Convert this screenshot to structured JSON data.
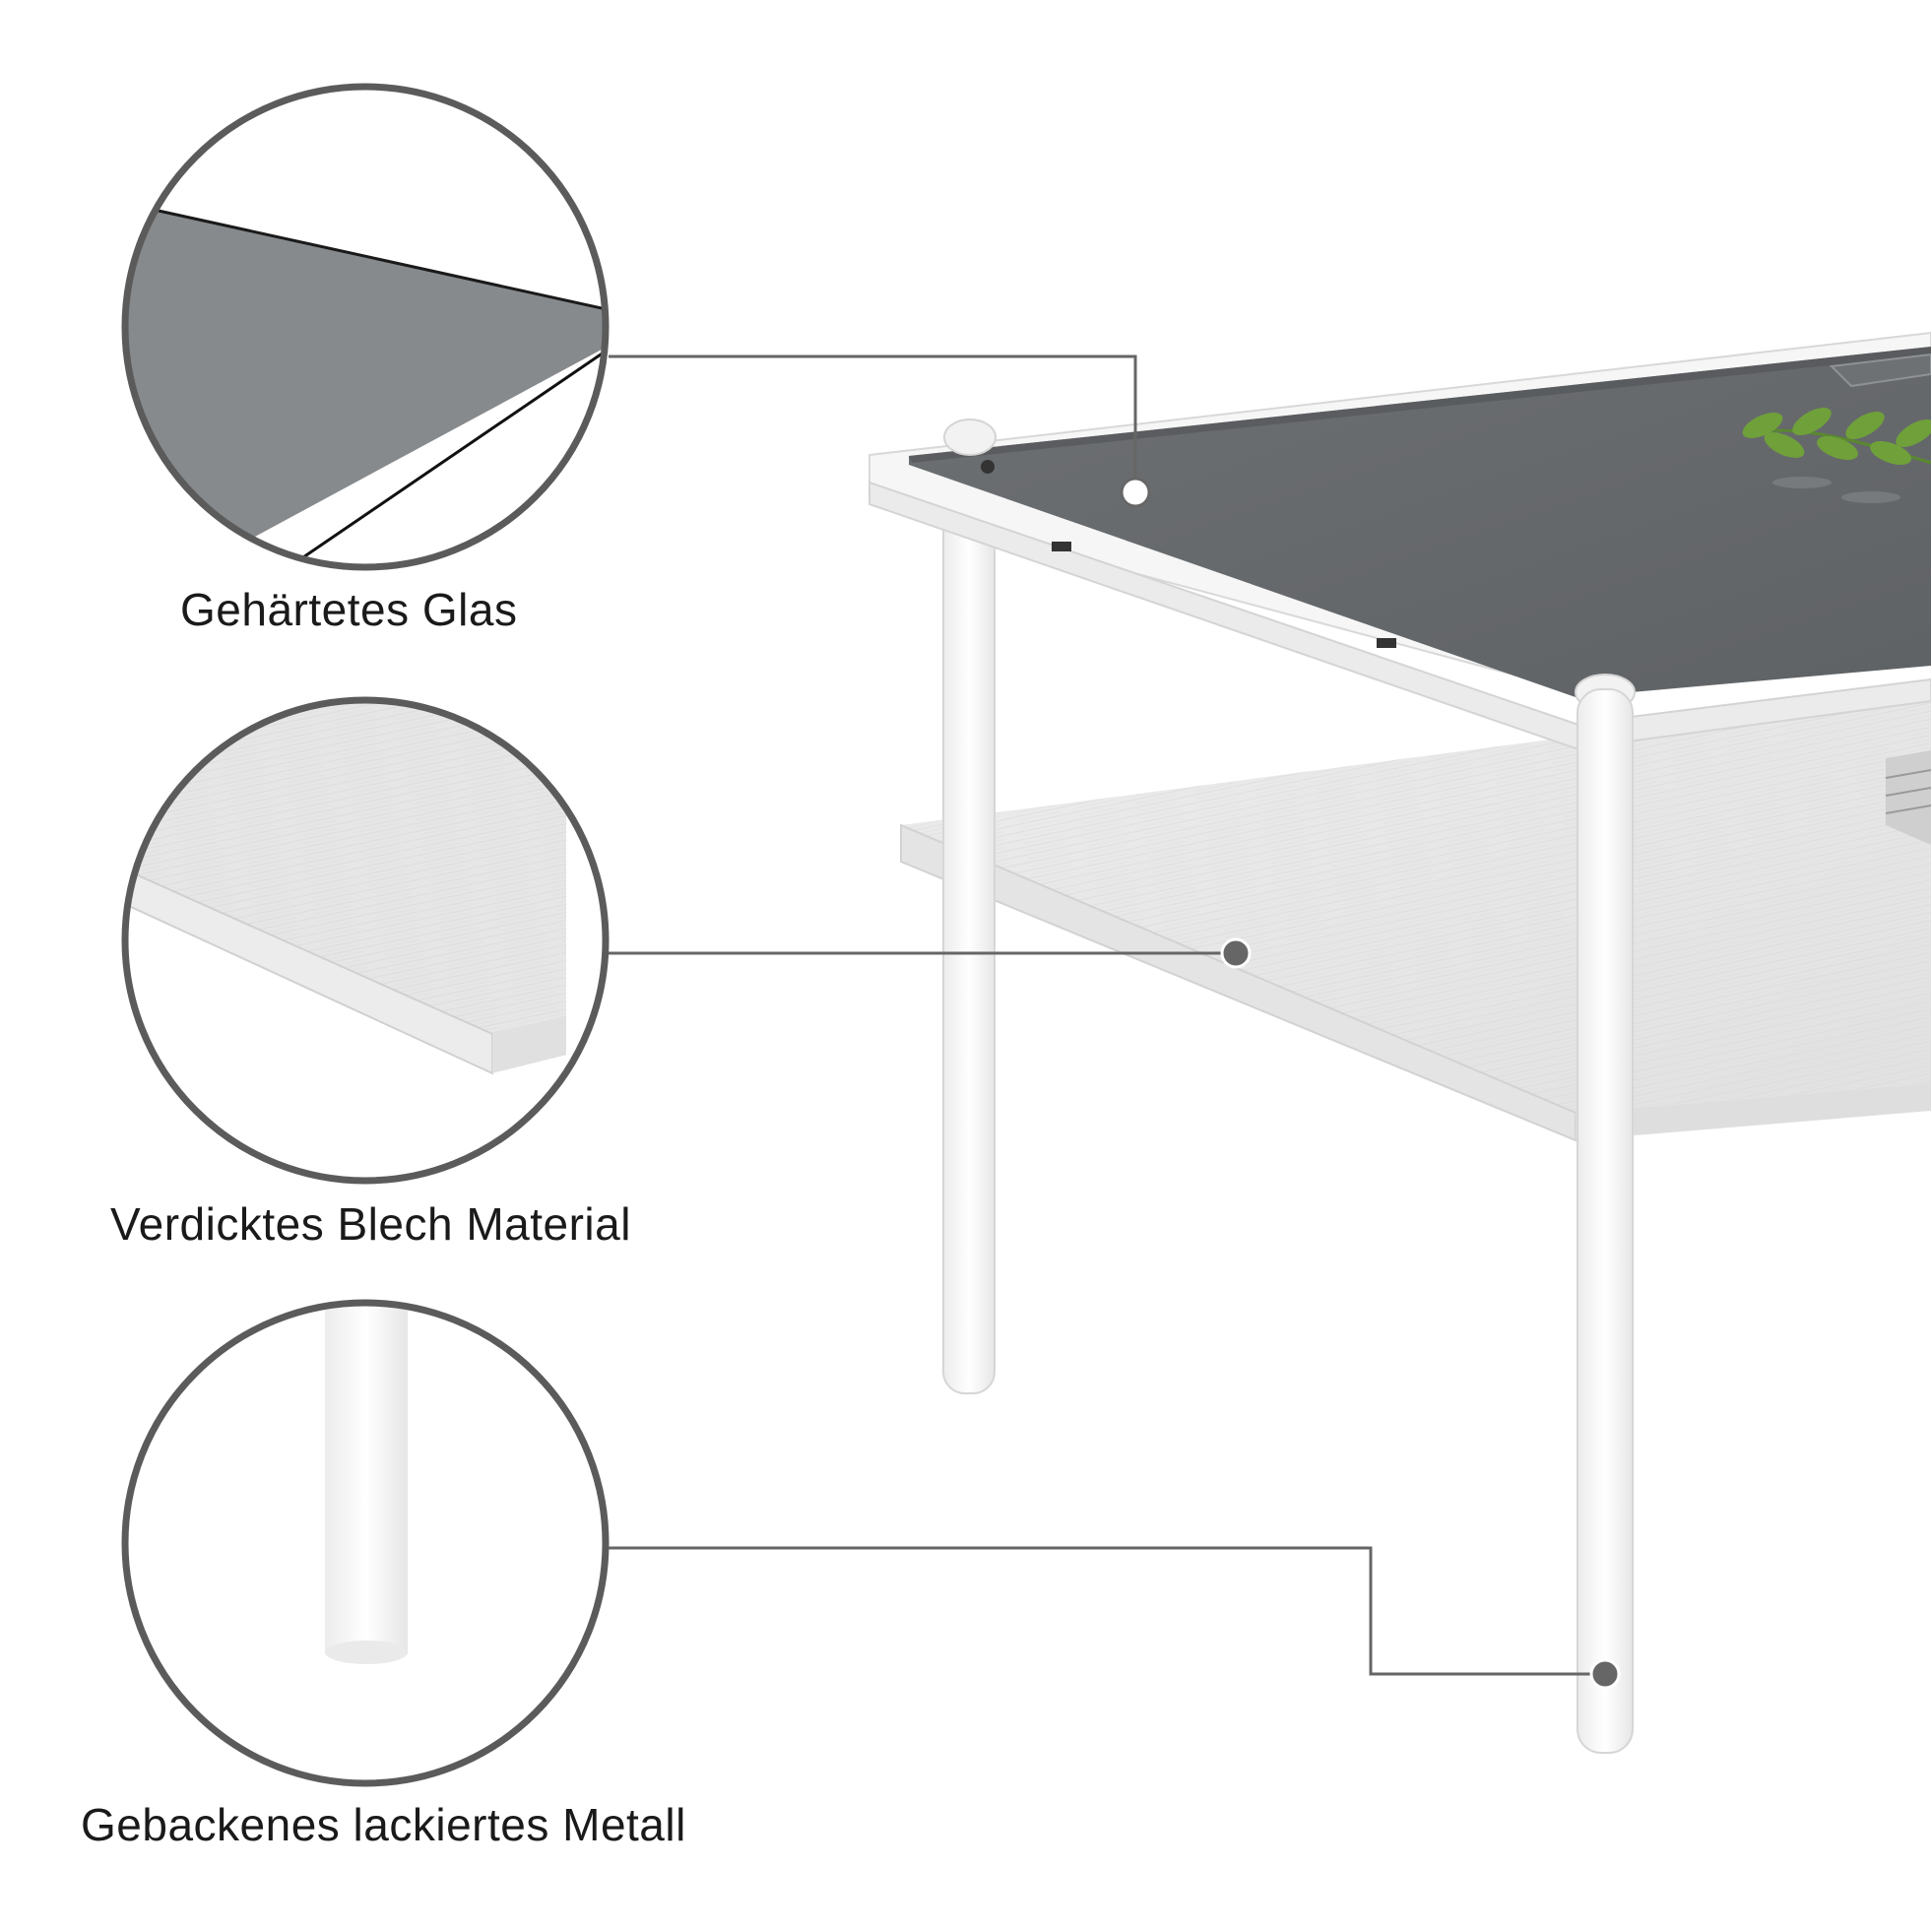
{
  "features": [
    {
      "id": "glass",
      "label": "Gehärtetes Glas"
    },
    {
      "id": "shelf",
      "label": "Verdicktes Blech Material"
    },
    {
      "id": "metal",
      "label": "Gebackenes lackiertes Metall"
    }
  ],
  "colors": {
    "circle_border": "#5b5b5b",
    "leader_line": "#666666",
    "glass": "#7a7d80",
    "frame": "#f4f4f4",
    "shelf": "#e9e9e9",
    "leaf": "#6fa03a"
  }
}
